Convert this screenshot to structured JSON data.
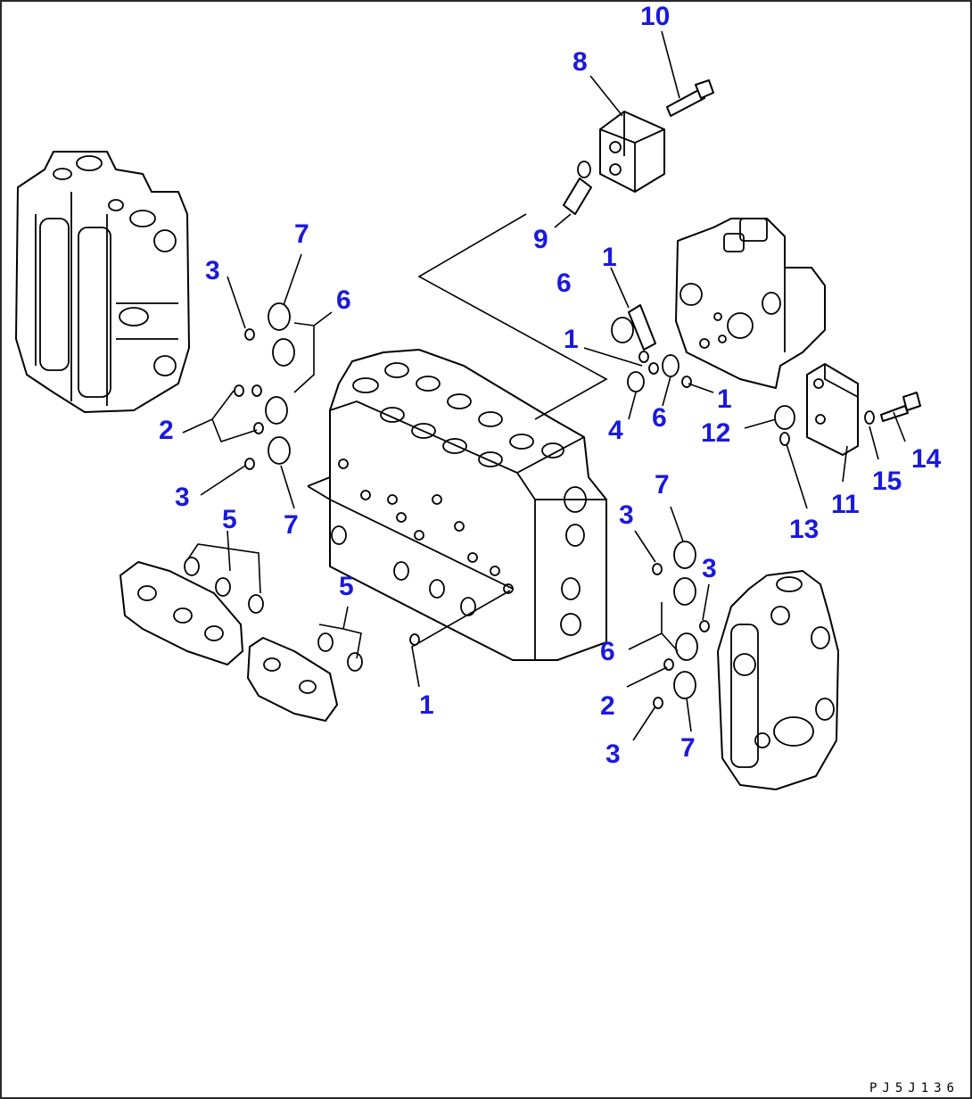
{
  "diagram": {
    "type": "exploded parts view",
    "callout_color": "#1a1adc",
    "line_color": "#000000",
    "callouts": [
      {
        "id": "c10",
        "label": "10"
      },
      {
        "id": "c8",
        "label": "8"
      },
      {
        "id": "c9",
        "label": "9"
      },
      {
        "id": "c7a",
        "label": "7"
      },
      {
        "id": "c3a",
        "label": "3"
      },
      {
        "id": "c6a",
        "label": "6"
      },
      {
        "id": "c2a",
        "label": "2"
      },
      {
        "id": "c3b",
        "label": "3"
      },
      {
        "id": "c7b",
        "label": "7"
      },
      {
        "id": "c5a",
        "label": "5"
      },
      {
        "id": "c5b",
        "label": "5"
      },
      {
        "id": "c1a",
        "label": "1"
      },
      {
        "id": "c1b",
        "label": "1"
      },
      {
        "id": "c6b",
        "label": "6"
      },
      {
        "id": "c1c",
        "label": "1"
      },
      {
        "id": "c4",
        "label": "4"
      },
      {
        "id": "c6c",
        "label": "6"
      },
      {
        "id": "c1d",
        "label": "1"
      },
      {
        "id": "c12",
        "label": "12"
      },
      {
        "id": "c14",
        "label": "14"
      },
      {
        "id": "c15",
        "label": "15"
      },
      {
        "id": "c11",
        "label": "11"
      },
      {
        "id": "c13",
        "label": "13"
      },
      {
        "id": "c7c",
        "label": "7"
      },
      {
        "id": "c3c",
        "label": "3"
      },
      {
        "id": "c3d",
        "label": "3"
      },
      {
        "id": "c6d",
        "label": "6"
      },
      {
        "id": "c2b",
        "label": "2"
      },
      {
        "id": "c3e",
        "label": "3"
      },
      {
        "id": "c7d",
        "label": "7"
      }
    ],
    "drawing_code": "PJ5J136"
  }
}
